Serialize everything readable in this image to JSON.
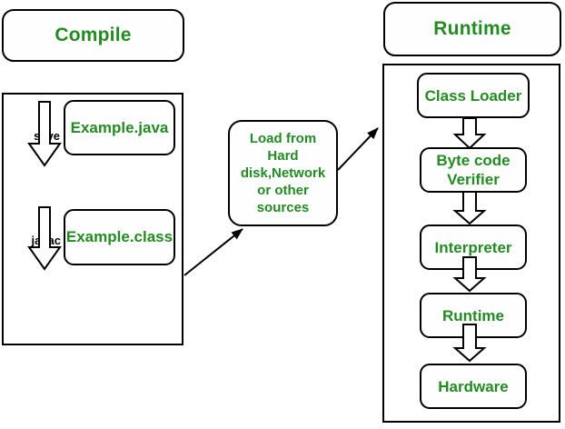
{
  "diagram": {
    "title_left": "Compile",
    "title_right": "Runtime",
    "colors": {
      "text_green": "#228B22",
      "stroke_black": "#000000",
      "background": "#ffffff"
    }
  },
  "compile_section": {
    "title": "Compile",
    "steps": [
      {
        "arrow_label": "save",
        "file_label": "Example.java"
      },
      {
        "arrow_label": "javac",
        "file_label": "Example.class"
      }
    ]
  },
  "load_box": {
    "text": "Load from Hard disk,Network or other sources",
    "lines": [
      "Load from",
      "Hard",
      "disk,Network",
      "or other",
      "sources"
    ]
  },
  "runtime_section": {
    "title": "Runtime",
    "stages": [
      "Class Loader",
      "Byte code Verifier",
      "Interpreter",
      "Runtime",
      "Hardware"
    ]
  }
}
